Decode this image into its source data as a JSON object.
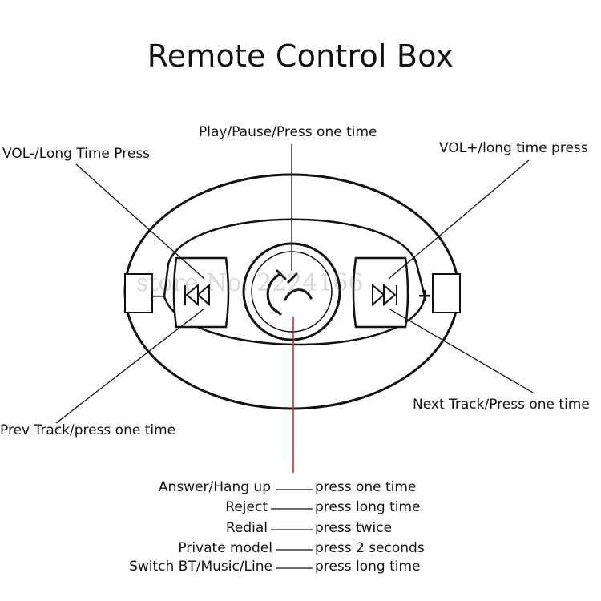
{
  "title": "Remote Control Box",
  "callouts": {
    "play_pause": "Play/Pause/Press one time",
    "vol_down": "VOL-/Long Time Press",
    "vol_up": "VOL+/long time press",
    "next_track": "Next Track/Press one time",
    "prev_track": "Prev Track/press one time"
  },
  "remote": {
    "minus_symbol": "−",
    "plus_symbol": "+",
    "watermark": "store No. 2224166"
  },
  "icons": {
    "prev": "skip-back-icon",
    "next": "skip-forward-icon",
    "center": "phone-handset-icon"
  },
  "colors": {
    "line": "#111111",
    "leader_red": "#cc2222"
  },
  "functions": [
    {
      "name": "Answer/Hang up",
      "action": "press one time"
    },
    {
      "name": "Reject",
      "action": "press long time"
    },
    {
      "name": "Redial",
      "action": "press twice"
    },
    {
      "name": "Private model",
      "action": "press 2 seconds"
    },
    {
      "name": "Switch BT/Music/Line",
      "action": "press long time"
    }
  ]
}
